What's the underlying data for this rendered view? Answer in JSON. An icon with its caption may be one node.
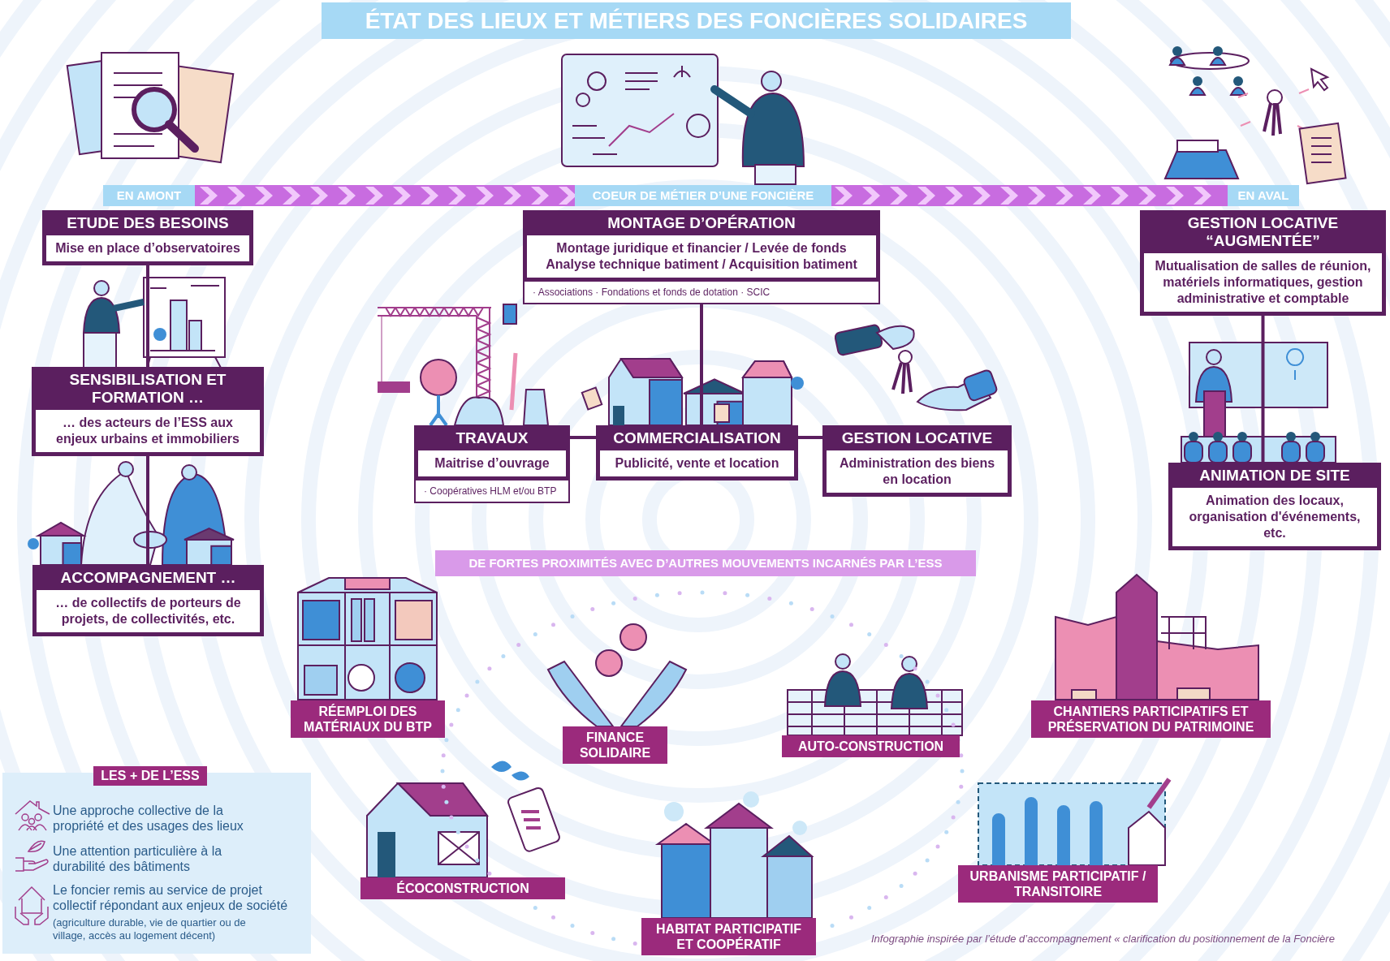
{
  "diagram": {
    "title": "ÉTAT DES LIEUX ET MÉTIERS DES FONCIÈRES SOLIDAIRES",
    "caption": "Infographie inspirée par l’étude d’accompagnement « clarification du positionnement de la Foncière",
    "nodes": [
      {
        "text": [
          "ETUDE DES BESOINS",
          "Mise en place d’observatoires"
        ]
      },
      {
        "text": [
          "SENSIBILISATION ET FORMATION …",
          "… des acteurs de l’ESS aux enjeux urbains et immobiliers"
        ]
      },
      {
        "text": [
          "ACCOMPAGNEMENT …",
          "… de collectifs de porteurs de projets, de collectivités, etc."
        ]
      },
      {
        "text": [
          "MONTAGE D’OPÉRATION",
          "Montage juridique et financier / Levée de fonds Analyse technique batiment / Acquisition batiment",
          "· Associations · Fondations et fonds de dotation · SCIC"
        ]
      },
      {
        "text": [
          "TRAVAUX",
          "Maitrise d’ouvrage",
          "· Coopératives HLM et/ou BTP"
        ]
      },
      {
        "text": [
          "COMMERCIALISATION",
          "Publicité, vente et location"
        ]
      },
      {
        "text": [
          "GESTION LOCATIVE",
          "Administration des biens en location"
        ]
      },
      {
        "text": [
          "GESTION LOCATIVE “AUGMENTÉE”",
          "Mutualisation de salles de réunion, matériels informatiques, gestion administrative et comptable"
        ]
      },
      {
        "text": [
          "ANIMATION DE SITE",
          "Animation des locaux, organisation d'événements, etc."
        ]
      },
      {
        "text": [
          "RÉEMPLOI DES MATÉRIAUX DU BTP"
        ]
      },
      {
        "text": [
          "FINANCE SOLIDAIRE"
        ]
      },
      {
        "text": [
          "AUTO-CONSTRUCTION"
        ]
      },
      {
        "text": [
          "CHANTIERS PARTICIPATIFS ET PRÉSERVATION DU PATRIMOINE"
        ]
      },
      {
        "text": [
          "ÉCOCONSTRUCTION"
        ]
      },
      {
        "text": [
          "HABITAT PARTICIPATIF ET COOPÉRATIF"
        ]
      },
      {
        "text": [
          "URBANISME PARTICIPATIF / TRANSITOIRE"
        ]
      },
      {
        "text": [
          "LES + DE L’ESS",
          "Une approche collective de la propriété et des usages des lieux",
          "Une attention particulière à la durabilité des bâtiments",
          "Le foncier remis au service de projet collectif répondant aux enjeux de société",
          "(agriculture durable, vie de quartier ou de village, accès au logement décent)"
        ]
      }
    ],
    "edges": [
      {
        "from": 0,
        "to": 1,
        "arrow": "none"
      },
      {
        "from": 1,
        "to": 2,
        "arrow": "none"
      },
      {
        "from": 3,
        "to": 5,
        "arrow": "none"
      },
      {
        "from": 4,
        "to": 5,
        "arrow": "none"
      },
      {
        "from": 5,
        "to": 6,
        "arrow": "none"
      },
      {
        "from": 7,
        "to": 8,
        "arrow": "none"
      }
    ],
    "labels": [
      "EN AMONT",
      "COEUR DE MÉTIER D’UNE FONCIÈRE",
      "EN AVAL",
      "DE FORTES PROXIMITÉS AVEC D’AUTRES MOUVEMENTS INCARNÉS PAR L’ESS"
    ]
  }
}
